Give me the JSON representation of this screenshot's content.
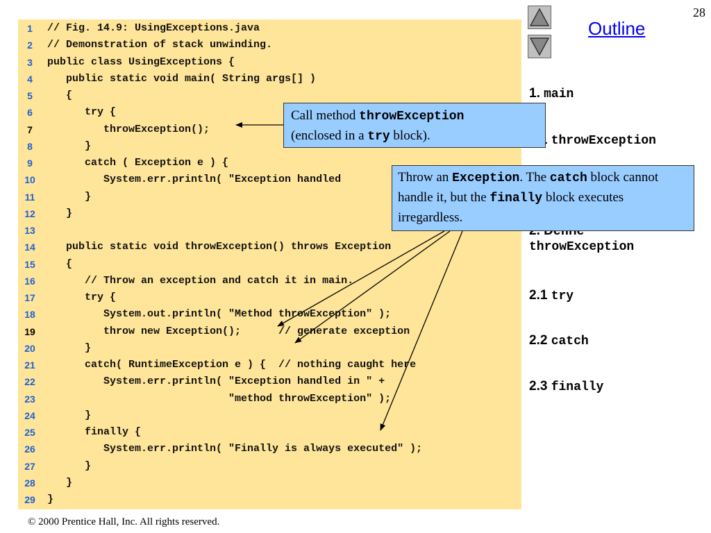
{
  "slide_number": "28",
  "outline": {
    "title": "Outline",
    "items": [
      {
        "prefix": "1. ",
        "code": "main"
      },
      {
        "prefix": "1.1 ",
        "code": "throwException"
      },
      {
        "prefix": "2. Define",
        "code": "throwException"
      },
      {
        "prefix": "2.1 ",
        "code": "try"
      },
      {
        "prefix": "2.2 ",
        "code": "catch"
      },
      {
        "prefix": "2.3 ",
        "code": "finally"
      }
    ]
  },
  "code": [
    {
      "num": "1",
      "text": "// Fig. 14.9: UsingExceptions.java"
    },
    {
      "num": "2",
      "text": "// Demonstration of stack unwinding."
    },
    {
      "num": "3",
      "text": "public class UsingExceptions {"
    },
    {
      "num": "4",
      "text": "   public static void main( String args[] )"
    },
    {
      "num": "5",
      "text": "   {"
    },
    {
      "num": "6",
      "text": "      try {"
    },
    {
      "num": "7",
      "text": "         throwException();"
    },
    {
      "num": "8",
      "text": "      }"
    },
    {
      "num": "9",
      "text": "      catch ( Exception e ) {"
    },
    {
      "num": "10",
      "text": "         System.err.println( \"Exception handled"
    },
    {
      "num": "11",
      "text": "      }"
    },
    {
      "num": "12",
      "text": "   }"
    },
    {
      "num": "13",
      "text": ""
    },
    {
      "num": "14",
      "text": "   public static void throwException() throws Exception"
    },
    {
      "num": "15",
      "text": "   {"
    },
    {
      "num": "16",
      "text": "      // Throw an exception and catch it in main."
    },
    {
      "num": "17",
      "text": "      try {"
    },
    {
      "num": "18",
      "text": "         System.out.println( \"Method throwException\" );"
    },
    {
      "num": "19",
      "text": "         throw new Exception();      // generate exception"
    },
    {
      "num": "20",
      "text": "      }"
    },
    {
      "num": "21",
      "text": "      catch( RuntimeException e ) {  // nothing caught here"
    },
    {
      "num": "22",
      "text": "         System.err.println( \"Exception handled in \" +"
    },
    {
      "num": "23",
      "text": "                             \"method throwException\" );"
    },
    {
      "num": "24",
      "text": "      }"
    },
    {
      "num": "25",
      "text": "      finally {"
    },
    {
      "num": "26",
      "text": "         System.err.println( \"Finally is always executed\" );"
    },
    {
      "num": "27",
      "text": "      }"
    },
    {
      "num": "28",
      "text": "   }"
    },
    {
      "num": "29",
      "text": "}"
    }
  ],
  "callout1": {
    "t1": "Call method ",
    "c1": "throwException",
    "t2": "(enclosed in a ",
    "c2": "try",
    "t3": " block)."
  },
  "callout2": {
    "t1": "Throw an ",
    "c1": "Exception",
    "t2": ".  The ",
    "c2": "catch",
    "t3": " block cannot handle it, but the ",
    "c3": "finally",
    "t4": " block executes irregardless."
  },
  "footer": "© 2000 Prentice Hall, Inc.  All rights reserved."
}
